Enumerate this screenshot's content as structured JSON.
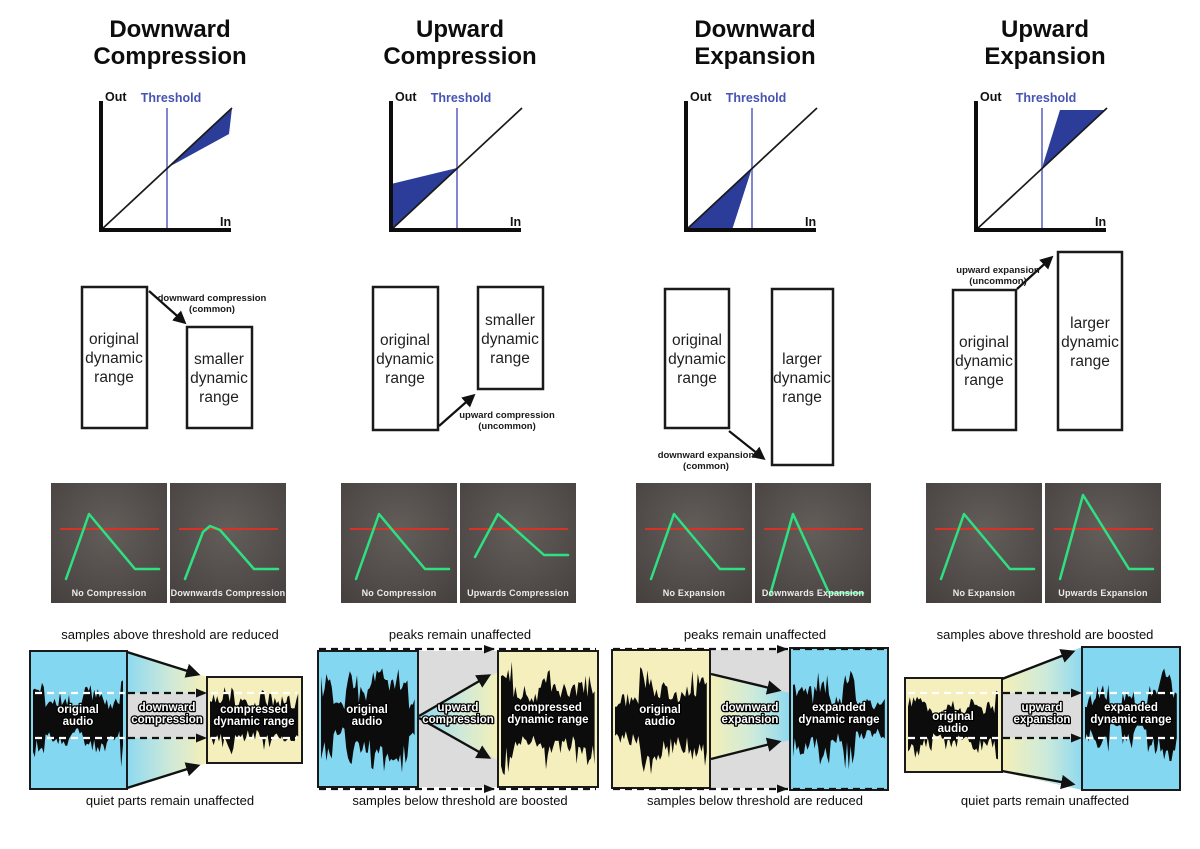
{
  "colors": {
    "wedge_blue": "#2c3c99",
    "threshold_line_blue": "#8087cf",
    "threshold_text_blue": "#4553b4",
    "envelope_green": "#2fe081",
    "envelope_threshold_red": "#d63226",
    "panel_dark_gray": "#4a4543",
    "audio_blue": "#84d7f0",
    "audio_yellow": "#f4efbd",
    "mid_gray": "#dcdcdc"
  },
  "columns": [
    {
      "title": "Downward Compression",
      "graph": {
        "out": "Out",
        "threshold": "Threshold",
        "in": "In"
      },
      "range": {
        "left_lines": [
          "original",
          "dynamic",
          "range"
        ],
        "right_lines": [
          "smaller",
          "dynamic",
          "range"
        ],
        "note_lines": [
          "downward compression",
          "(common)"
        ]
      },
      "panels": {
        "left_label": "No Compression",
        "right_label": "Downwards Compression"
      },
      "flow": {
        "top_caption": "samples above threshold are reduced",
        "bottom_caption": "quiet parts remain unaffected",
        "left_lines": [
          "original",
          "audio"
        ],
        "mid_lines": [
          "downward",
          "compression"
        ],
        "right_lines": [
          "compressed",
          "dynamic range"
        ]
      }
    },
    {
      "title": "Upward Compression",
      "graph": {
        "out": "Out",
        "threshold": "Threshold",
        "in": "In"
      },
      "range": {
        "left_lines": [
          "original",
          "dynamic",
          "range"
        ],
        "right_lines": [
          "smaller",
          "dynamic",
          "range"
        ],
        "note_lines": [
          "upward compression",
          "(uncommon)"
        ]
      },
      "panels": {
        "left_label": "No Compression",
        "right_label": "Upwards Compression"
      },
      "flow": {
        "top_caption": "peaks remain unaffected",
        "bottom_caption": "samples below threshold are boosted",
        "left_lines": [
          "original",
          "audio"
        ],
        "mid_lines": [
          "upward",
          "compression"
        ],
        "right_lines": [
          "compressed",
          "dynamic range"
        ]
      }
    },
    {
      "title": "Downward Expansion",
      "graph": {
        "out": "Out",
        "threshold": "Threshold",
        "in": "In"
      },
      "range": {
        "left_lines": [
          "original",
          "dynamic",
          "range"
        ],
        "right_lines": [
          "larger",
          "dynamic",
          "range"
        ],
        "note_lines": [
          "downward expansion",
          "(common)"
        ]
      },
      "panels": {
        "left_label": "No Expansion",
        "right_label": "Downwards Expansion"
      },
      "flow": {
        "top_caption": "peaks remain unaffected",
        "bottom_caption": "samples below threshold are reduced",
        "left_lines": [
          "original",
          "audio"
        ],
        "mid_lines": [
          "downward",
          "expansion"
        ],
        "right_lines": [
          "expanded",
          "dynamic range"
        ]
      }
    },
    {
      "title": "Upward Expansion",
      "graph": {
        "out": "Out",
        "threshold": "Threshold",
        "in": "In"
      },
      "range": {
        "left_lines": [
          "original",
          "dynamic",
          "range"
        ],
        "right_lines": [
          "larger",
          "dynamic",
          "range"
        ],
        "note_lines": [
          "upward expansion",
          "(uncommon)"
        ]
      },
      "panels": {
        "left_label": "No Expansion",
        "right_label": "Upwards Expansion"
      },
      "flow": {
        "top_caption": "samples above threshold are boosted",
        "bottom_caption": "quiet parts remain unaffected",
        "left_lines": [
          "original",
          "audio"
        ],
        "mid_lines": [
          "upward",
          "expansion"
        ],
        "right_lines": [
          "expanded",
          "dynamic range"
        ]
      }
    }
  ]
}
